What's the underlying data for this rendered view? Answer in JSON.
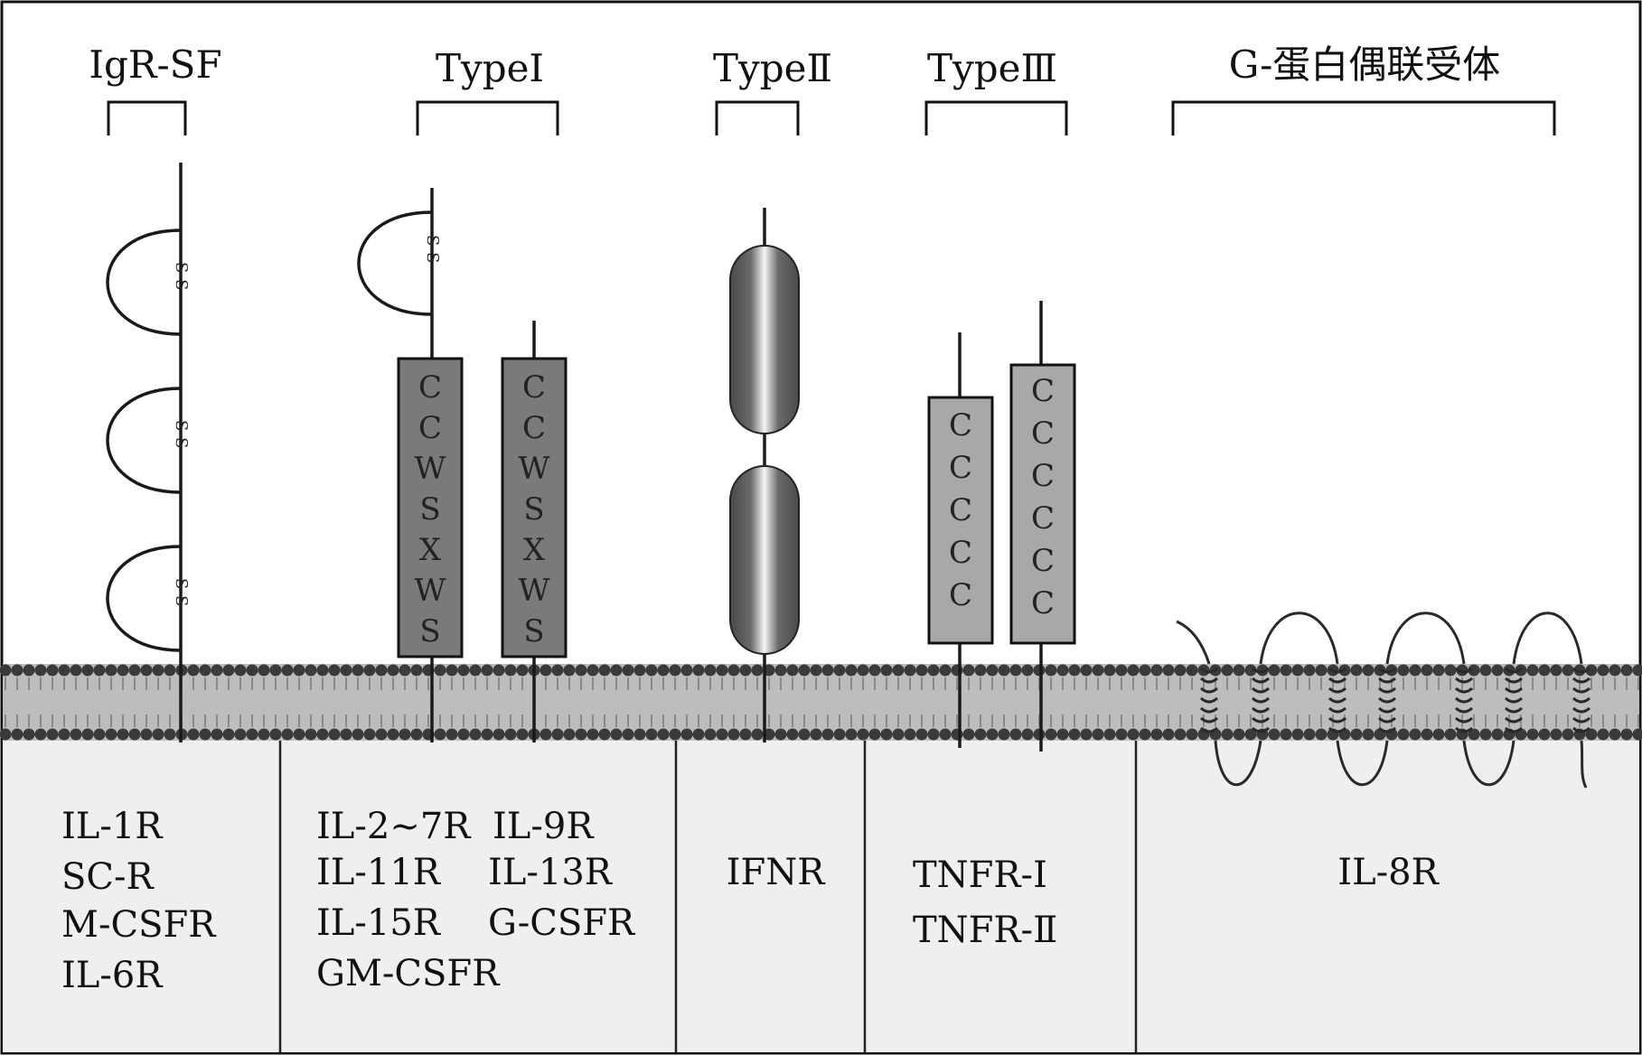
{
  "headers": {
    "igrsf": "IgR-SF",
    "type1": "TypeⅠ",
    "type2": "TypeⅡ",
    "type3": "TypeⅢ",
    "gpcr": "G-蛋白偶联受体"
  },
  "disulfide_mark": "S-S",
  "type1_motif": [
    "C",
    "C",
    "W",
    "S",
    "X",
    "W",
    "S"
  ],
  "type3_motif_short": [
    "C",
    "C",
    "C",
    "C",
    "C"
  ],
  "type3_motif_long": [
    "C",
    "C",
    "C",
    "C",
    "C",
    "C"
  ],
  "labels": {
    "igrsf": [
      "IL-1R",
      "SC-R",
      "M-CSFR",
      "IL-6R"
    ],
    "type1_col1": [
      "IL-2~7R",
      "IL-11R",
      "IL-15R",
      "GM-CSFR"
    ],
    "type1_col2": [
      "IL-9R",
      "IL-13R",
      "G-CSFR"
    ],
    "type2": [
      "IFNR"
    ],
    "type3": [
      "TNFR-Ⅰ",
      "TNFR-Ⅱ"
    ],
    "gpcr": [
      "IL-8R"
    ]
  },
  "colors": {
    "membrane_bead": "#3a3a3a",
    "membrane_mid": "#b8b8b8",
    "cytoplasm": "#efefef",
    "type1_box": "#7a7a7a",
    "type3_box": "#a8a8a8",
    "line": "#1a1a1a"
  }
}
